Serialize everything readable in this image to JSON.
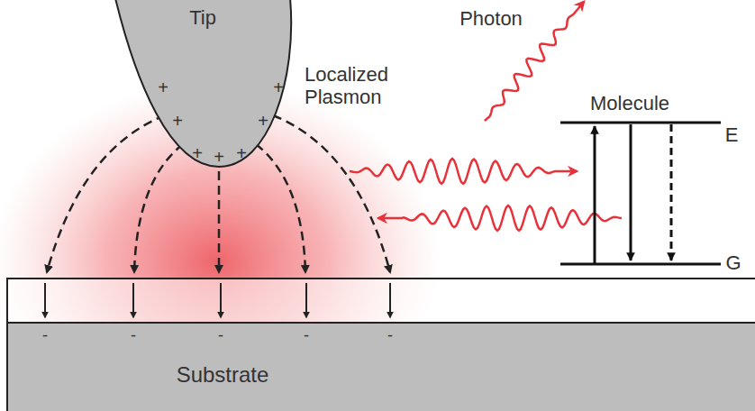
{
  "diagram": {
    "nodes": [
      {
        "text": [
          "Tip"
        ]
      },
      {
        "text": [
          "Substrate"
        ]
      }
    ],
    "labels": [
      "+",
      "+",
      "+",
      "+",
      "+",
      "+",
      "+",
      "-",
      "-",
      "-",
      "-",
      "-",
      "Localized Plasmon",
      "Photon",
      "Molecule",
      "E",
      "G"
    ]
  }
}
